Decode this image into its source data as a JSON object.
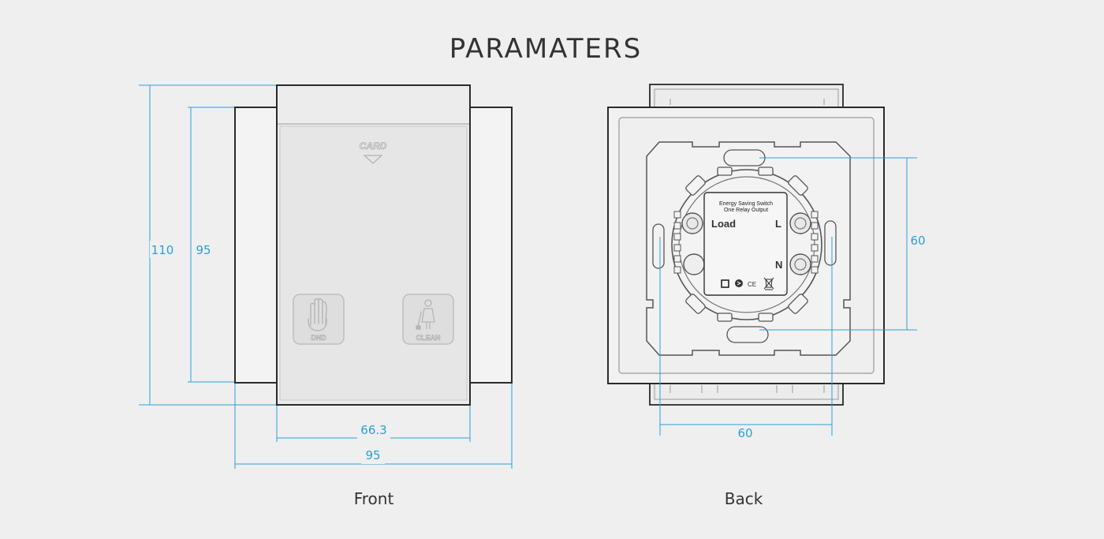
{
  "title": "PARAMATERS",
  "colors": {
    "background": "#efefef",
    "outline": "#2a2a2a",
    "dimension": "#2aa0d8",
    "glass": "#e6e6e6",
    "button": "#dcdcdc",
    "button_stroke": "#bdbdbd",
    "icon": "#b7b7b7"
  },
  "front": {
    "caption": "Front",
    "card_label": "CARD",
    "dnd_label": "DND",
    "clean_label": "CLEAN",
    "dim_outer_height": "110",
    "dim_inner_height": "95",
    "dim_inner_width": "66.3",
    "dim_outer_width": "95",
    "icons": [
      "card-arrow-icon",
      "hand-icon",
      "maid-icon"
    ]
  },
  "back": {
    "caption": "Back",
    "module_line1": "Energy Saving Switch",
    "module_line2": "One Relay Output",
    "terminal_load": "Load",
    "terminal_l": "L",
    "terminal_n": "N",
    "cert_ce": "CE",
    "dim_hole_height": "60",
    "dim_hole_width": "60",
    "icons": [
      "square-cert-icon",
      "energy-cert-icon",
      "weee-bin-icon"
    ]
  }
}
